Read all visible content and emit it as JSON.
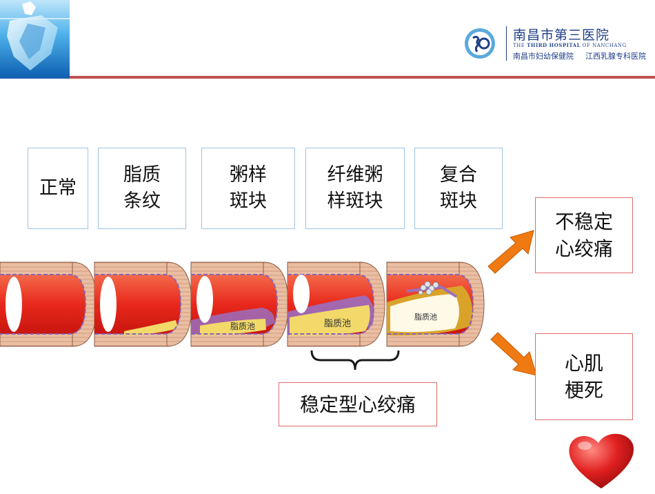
{
  "header": {
    "hospital_name_cn": "南昌市第三医院",
    "hospital_name_en_prefix": "THE",
    "hospital_name_en_main": "THIRD HOSPITAL",
    "hospital_name_en_suffix": "OF NANCHANG",
    "hospital_sub_1": "南昌市妇幼保健院",
    "hospital_sub_2": "江西乳腺专科医院",
    "accent_color": "#c0504d",
    "brand_color": "#1f3f86"
  },
  "stages": [
    {
      "line1": "正常",
      "line2": ""
    },
    {
      "line1": "脂质",
      "line2": "条纹"
    },
    {
      "line1": "粥样",
      "line2": "斑块"
    },
    {
      "line1": "纤维粥",
      "line2": "样斑块"
    },
    {
      "line1": "复合",
      "line2": "斑块"
    }
  ],
  "artery_labels": {
    "pool_3": "脂质池",
    "pool_4": "脂质池",
    "pool_5": "脂质池"
  },
  "stable_group_label": "稳定型心绞痛",
  "outcomes": {
    "top": {
      "line1": "不稳定",
      "line2": "心绞痛"
    },
    "bottom": {
      "line1": "心肌",
      "line2": "梗死"
    }
  },
  "colors": {
    "lumen_red": "#e8281c",
    "plaque_yellow": "#f2d96a",
    "wall_tan": "#e7b89a",
    "arrow_orange": "#f07a12",
    "box_border_blue": "#9fc3e0",
    "box_border_red": "#e06a6a"
  }
}
